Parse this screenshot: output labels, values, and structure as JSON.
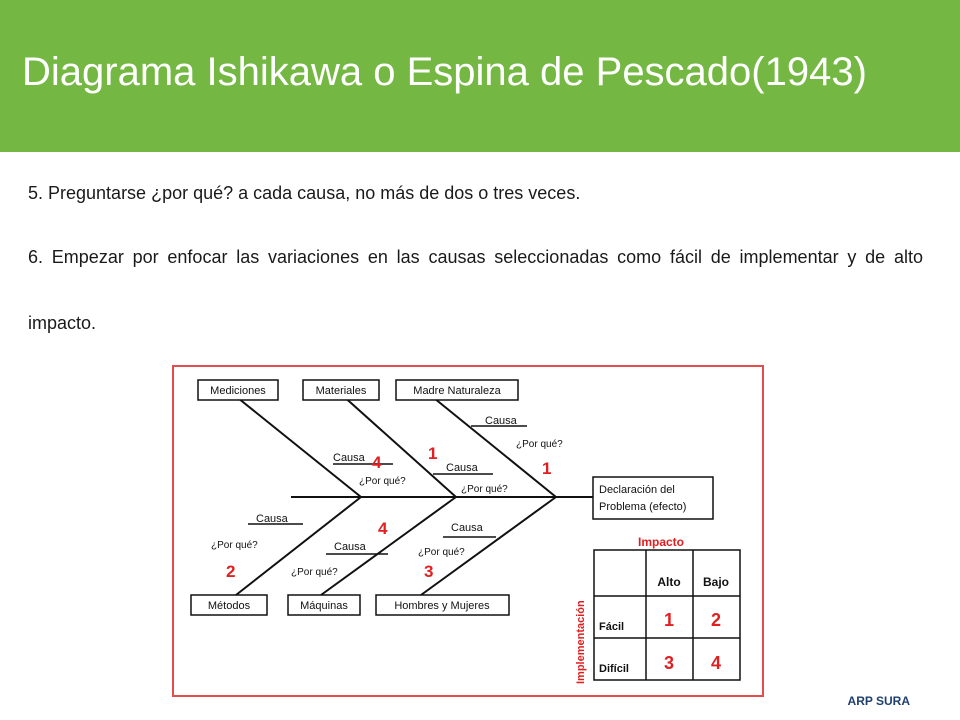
{
  "slide": {
    "title": "Diagrama Ishikawa o Espina de Pescado(1943)",
    "paragraphs": [
      "5. Preguntarse ¿por qué? a cada causa, no más de dos o tres veces.",
      "6. Empezar por enfocar las variaciones en las causas seleccionadas como fácil de implementar y de alto impacto."
    ],
    "footer": "ARP SURA"
  },
  "colors": {
    "header_green": "#74b843",
    "diagram_border": "#e44d4d",
    "number_red": "#e02020"
  },
  "diagram": {
    "categories": {
      "mediciones": "Mediciones",
      "materiales": "Materiales",
      "madre_naturaleza": "Madre Naturaleza",
      "metodos": "Métodos",
      "maquinas": "Máquinas",
      "hombres_mujeres": "Hombres y Mujeres"
    },
    "effect_line1": "Declaración del",
    "effect_line2": "Problema (efecto)",
    "cause_label": "Causa",
    "why_label": "¿Por qué?",
    "numbers": {
      "materiales_n1": "1",
      "madre_n1": "1",
      "mediciones_n4": "4",
      "maquinas_n4": "4",
      "metodos_n2": "2",
      "hombres_n3": "3"
    },
    "matrix": {
      "title": "Impacto",
      "side_label": "Implementación",
      "col_alto": "Alto",
      "col_bajo": "Bajo",
      "row_facil": "Fácil",
      "row_dificil": "Difícil",
      "facil_alto": "1",
      "facil_bajo": "2",
      "dificil_alto": "3",
      "dificil_bajo": "4"
    }
  }
}
